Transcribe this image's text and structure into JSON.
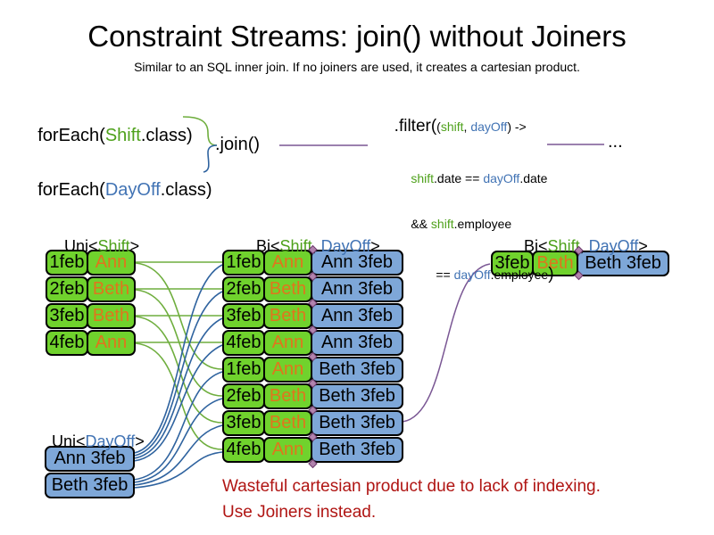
{
  "title": "Constraint Streams: join() without Joiners",
  "subtitle": "Similar to an SQL inner join. If no joiners are used, it creates a cartesian product.",
  "code": {
    "foreach_shift": {
      "fn": "forEach(",
      "cls": "Shift",
      "suffix": ".class)"
    },
    "foreach_dayoff": {
      "fn": "forEach(",
      "cls": "DayOff",
      "suffix": ".class)"
    },
    "join_label": ".join()",
    "filter": {
      "head": ".filter(",
      "args_open": "(",
      "arg1": "shift",
      "comma": ", ",
      "arg2": "dayOff",
      "args_close": ") ->",
      "line2": {
        "a": "shift",
        "b": ".date == ",
        "c": "dayOff",
        "d": ".date"
      },
      "line3": {
        "a": "&& ",
        "b": "shift",
        "c": ".employee"
      },
      "line4": {
        "a": "== ",
        "b": "dayOff",
        "c": ".employee",
        "paren": ")"
      }
    },
    "ellipsis": "..."
  },
  "labels": {
    "uni_shift": {
      "pre": "Uni<",
      "green": "Shift",
      "post": ">"
    },
    "bi_mid": {
      "pre": "Bi<",
      "green": "Shift",
      "comma": ", ",
      "blue": "DayOff",
      "post": ">"
    },
    "bi_right": {
      "pre": "Bi<",
      "green": "Shift",
      "comma": ", ",
      "blue": "DayOff",
      "post": ">"
    },
    "uni_dayoff": {
      "pre": "Uni<",
      "blue": "DayOff",
      "post": ">"
    }
  },
  "shift_rows": [
    {
      "date": "1feb",
      "name": "Ann"
    },
    {
      "date": "2feb",
      "name": "Beth"
    },
    {
      "date": "3feb",
      "name": "Beth"
    },
    {
      "date": "4feb",
      "name": "Ann"
    }
  ],
  "dayoff_rows": [
    {
      "label": "Ann 3feb"
    },
    {
      "label": "Beth 3feb"
    }
  ],
  "joined_rows": [
    {
      "date": "1feb",
      "name": "Ann",
      "pair": "Ann 3feb"
    },
    {
      "date": "2feb",
      "name": "Beth",
      "pair": "Ann 3feb"
    },
    {
      "date": "3feb",
      "name": "Beth",
      "pair": "Ann 3feb"
    },
    {
      "date": "4feb",
      "name": "Ann",
      "pair": "Ann 3feb"
    },
    {
      "date": "1feb",
      "name": "Ann",
      "pair": "Beth 3feb"
    },
    {
      "date": "2feb",
      "name": "Beth",
      "pair": "Beth 3feb"
    },
    {
      "date": "3feb",
      "name": "Beth",
      "pair": "Beth 3feb"
    },
    {
      "date": "4feb",
      "name": "Ann",
      "pair": "Beth 3feb"
    }
  ],
  "result_row": {
    "date": "3feb",
    "name": "Beth",
    "pair": "Beth 3feb"
  },
  "warning": {
    "line1": "Wasteful cartesian product due to lack of indexing.",
    "line2": "Use Joiners instead."
  },
  "colors": {
    "shift_green_text": "#4ea11b",
    "dayoff_blue_text": "#4173b4",
    "employee_orange_text": "#e0751d",
    "shift_box_fill": "#70d22d",
    "dayoff_box_fill": "#7ea7d8",
    "green_wire": "#6fae3e",
    "blue_wire": "#2f639f",
    "purple_wire": "#7a5794",
    "warning_red": "#b01513"
  }
}
